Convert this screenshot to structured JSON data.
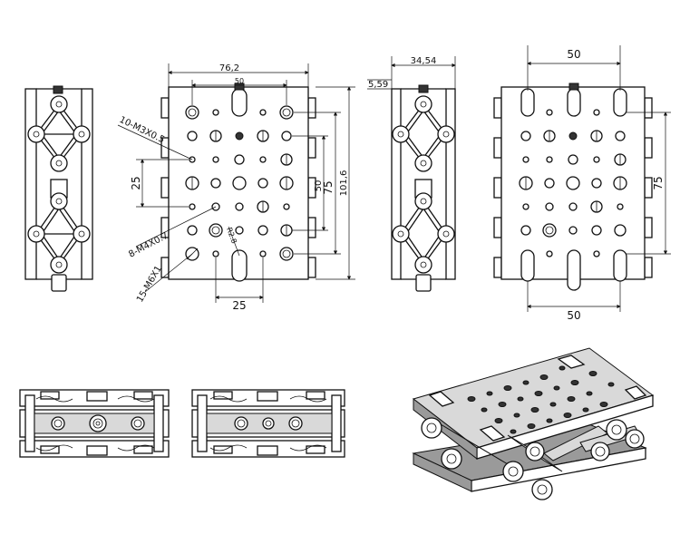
{
  "dimensions": {
    "front_width": "76,2",
    "front_center_slot": "50",
    "front_height": "101,6",
    "front_hole_span_75": "75",
    "front_hole_span_50": "50",
    "front_spacing_25_vertical": "25",
    "front_spacing_25_bottom": "25",
    "side_depth": "34,54",
    "side_offset": "5,59",
    "back_top_50": "50",
    "back_bottom_50": "50",
    "back_height_75": "75"
  },
  "callouts": {
    "m3_holes": "10-M3X0.5",
    "m4_holes": "8-M4X0.7",
    "m6_holes": "15-M6X1",
    "slot_label": "R2.8"
  }
}
